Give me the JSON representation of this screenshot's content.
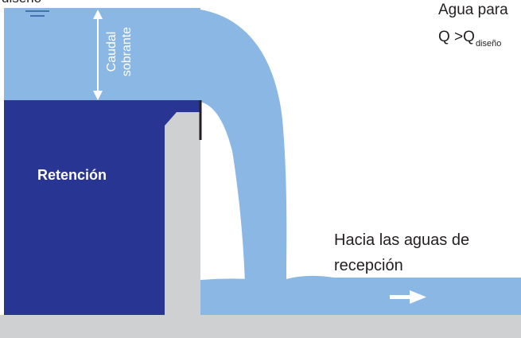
{
  "labels": {
    "top_left_cut": "diseño",
    "agua_line1": "Agua para",
    "agua_q": "Q >Q",
    "agua_sub": "diseño",
    "hacia": "Hacia las aguas de recepción",
    "retencion": "Retención",
    "caudal_1": "Caudal",
    "caudal_2": "sobrante"
  },
  "colors": {
    "water": "#8bb7e5",
    "retention": "#283593",
    "wall": "#cfd0d2",
    "ground": "#cfd0d2",
    "arrow": "#ffffff",
    "text": "#231f20"
  }
}
